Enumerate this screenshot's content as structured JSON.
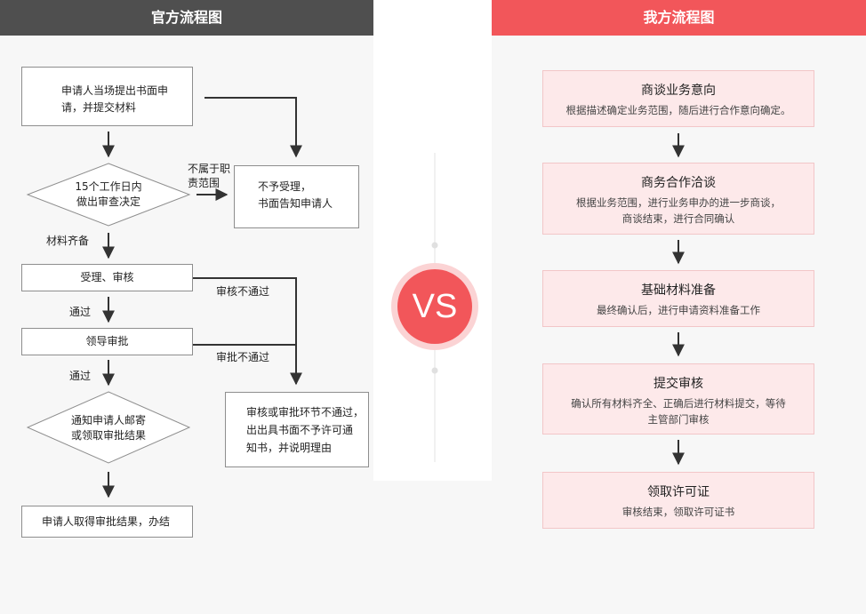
{
  "header": {
    "left_title": "官方流程图",
    "right_title": "我方流程图"
  },
  "official": {
    "step_apply_line1": "申请人当场提出书面申",
    "step_apply_line2": "请，并提交材料",
    "decision_line1": "15个工作日内",
    "decision_line2": "做出审查决定",
    "not_in_scope_line1": "不属于职",
    "not_in_scope_line2": "责范围",
    "reject_line1": "不予受理，",
    "reject_line2": "书面告知申请人",
    "materials_complete": "材料齐备",
    "accept_review": "受理、审核",
    "review_failed": "审核不通过",
    "passed_1": "通过",
    "leader_approval": "领导审批",
    "approval_failed": "审批不通过",
    "passed_2": "通过",
    "notify_line1": "通知申请人邮寄",
    "notify_line2": "或领取审批结果",
    "deny_line1": "审核或审批环节不通过，",
    "deny_line2": "出出具书面不予许可通",
    "deny_line3": "知书，并说明理由",
    "final_step": "申请人取得审批结果，办结"
  },
  "vs_label": "VS",
  "ours": [
    {
      "title": "商谈业务意向",
      "desc": [
        "根据描述确定业务范围，随后进行合作意向确定。"
      ]
    },
    {
      "title": "商务合作洽谈",
      "desc": [
        "根据业务范围，进行业务申办的进一步商谈，",
        "商谈结束，进行合同确认"
      ]
    },
    {
      "title": "基础材料准备",
      "desc": [
        "最终确认后，进行申请资料准备工作"
      ]
    },
    {
      "title": "提交审核",
      "desc": [
        "确认所有材料齐全、正确后进行材料提交，等待",
        "主管部门审核"
      ]
    },
    {
      "title": "领取许可证",
      "desc": [
        "审核结束，领取许可证书"
      ]
    }
  ],
  "colors": {
    "left_header": "#4f4f4f",
    "right_header": "#f2565a",
    "step_fill": "#fde9ea",
    "step_border": "#f2c6c8",
    "vs_fill": "#f2565a",
    "vs_ring": "#fbd3d4",
    "arrow": "#333333"
  }
}
